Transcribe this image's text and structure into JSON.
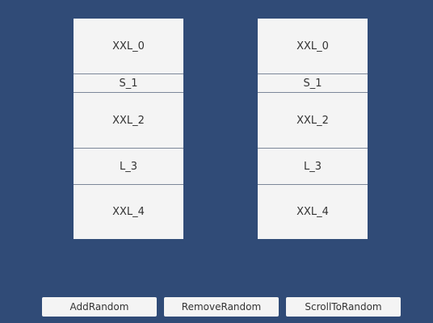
{
  "lists": [
    {
      "items": [
        {
          "label": "XXL_0"
        },
        {
          "label": "S_1"
        },
        {
          "label": "XXL_2"
        },
        {
          "label": "L_3"
        },
        {
          "label": "XXL_4"
        }
      ]
    },
    {
      "items": [
        {
          "label": "XXL_0"
        },
        {
          "label": "S_1"
        },
        {
          "label": "XXL_2"
        },
        {
          "label": "L_3"
        },
        {
          "label": "XXL_4"
        }
      ]
    }
  ],
  "buttons": {
    "add": "AddRandom",
    "remove": "RemoveRandom",
    "scroll": "ScrollToRandom"
  },
  "colors": {
    "background": "#304b77",
    "cell": "#f4f4f4",
    "separator": "#7c8799",
    "text": "#333333"
  }
}
